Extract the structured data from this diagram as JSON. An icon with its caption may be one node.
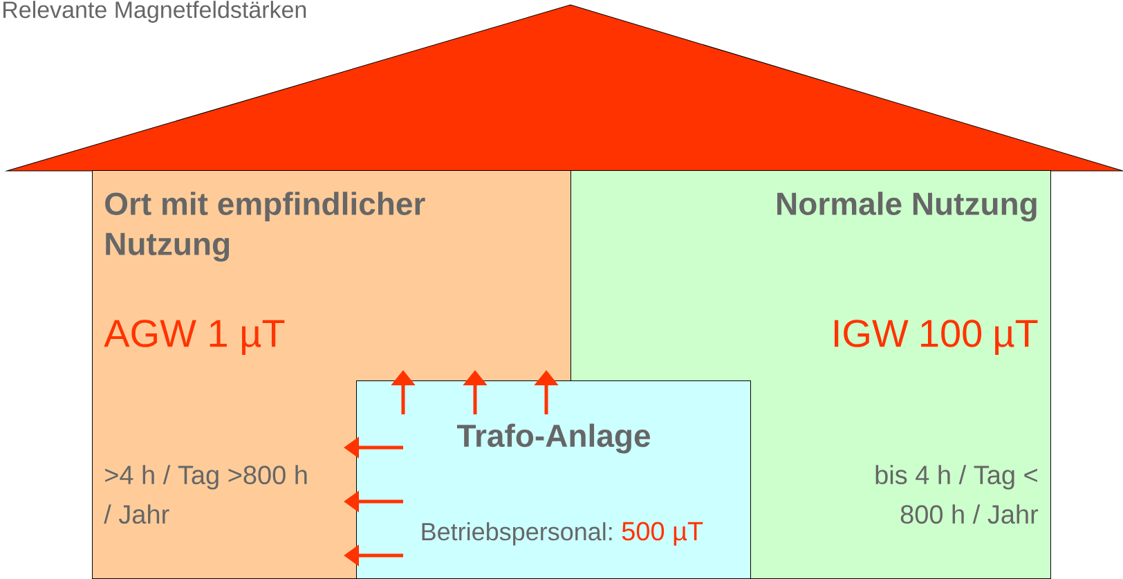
{
  "diagram": {
    "title": "Relevante Magnetfeldstärken",
    "nodes": [
      {
        "text": [
          "Ort mit empfindlicher Nutzung",
          "AGW 1 µT",
          ">4 h / Tag >800 h / Jahr"
        ]
      },
      {
        "text": [
          "Normale Nutzung",
          "IGW 100 µT",
          "bis  4 h / Tag < 800 h / Jahr"
        ]
      },
      {
        "text": [
          "Trafo-Anlage",
          "Betriebspersonal:",
          "500 µT"
        ]
      }
    ]
  }
}
